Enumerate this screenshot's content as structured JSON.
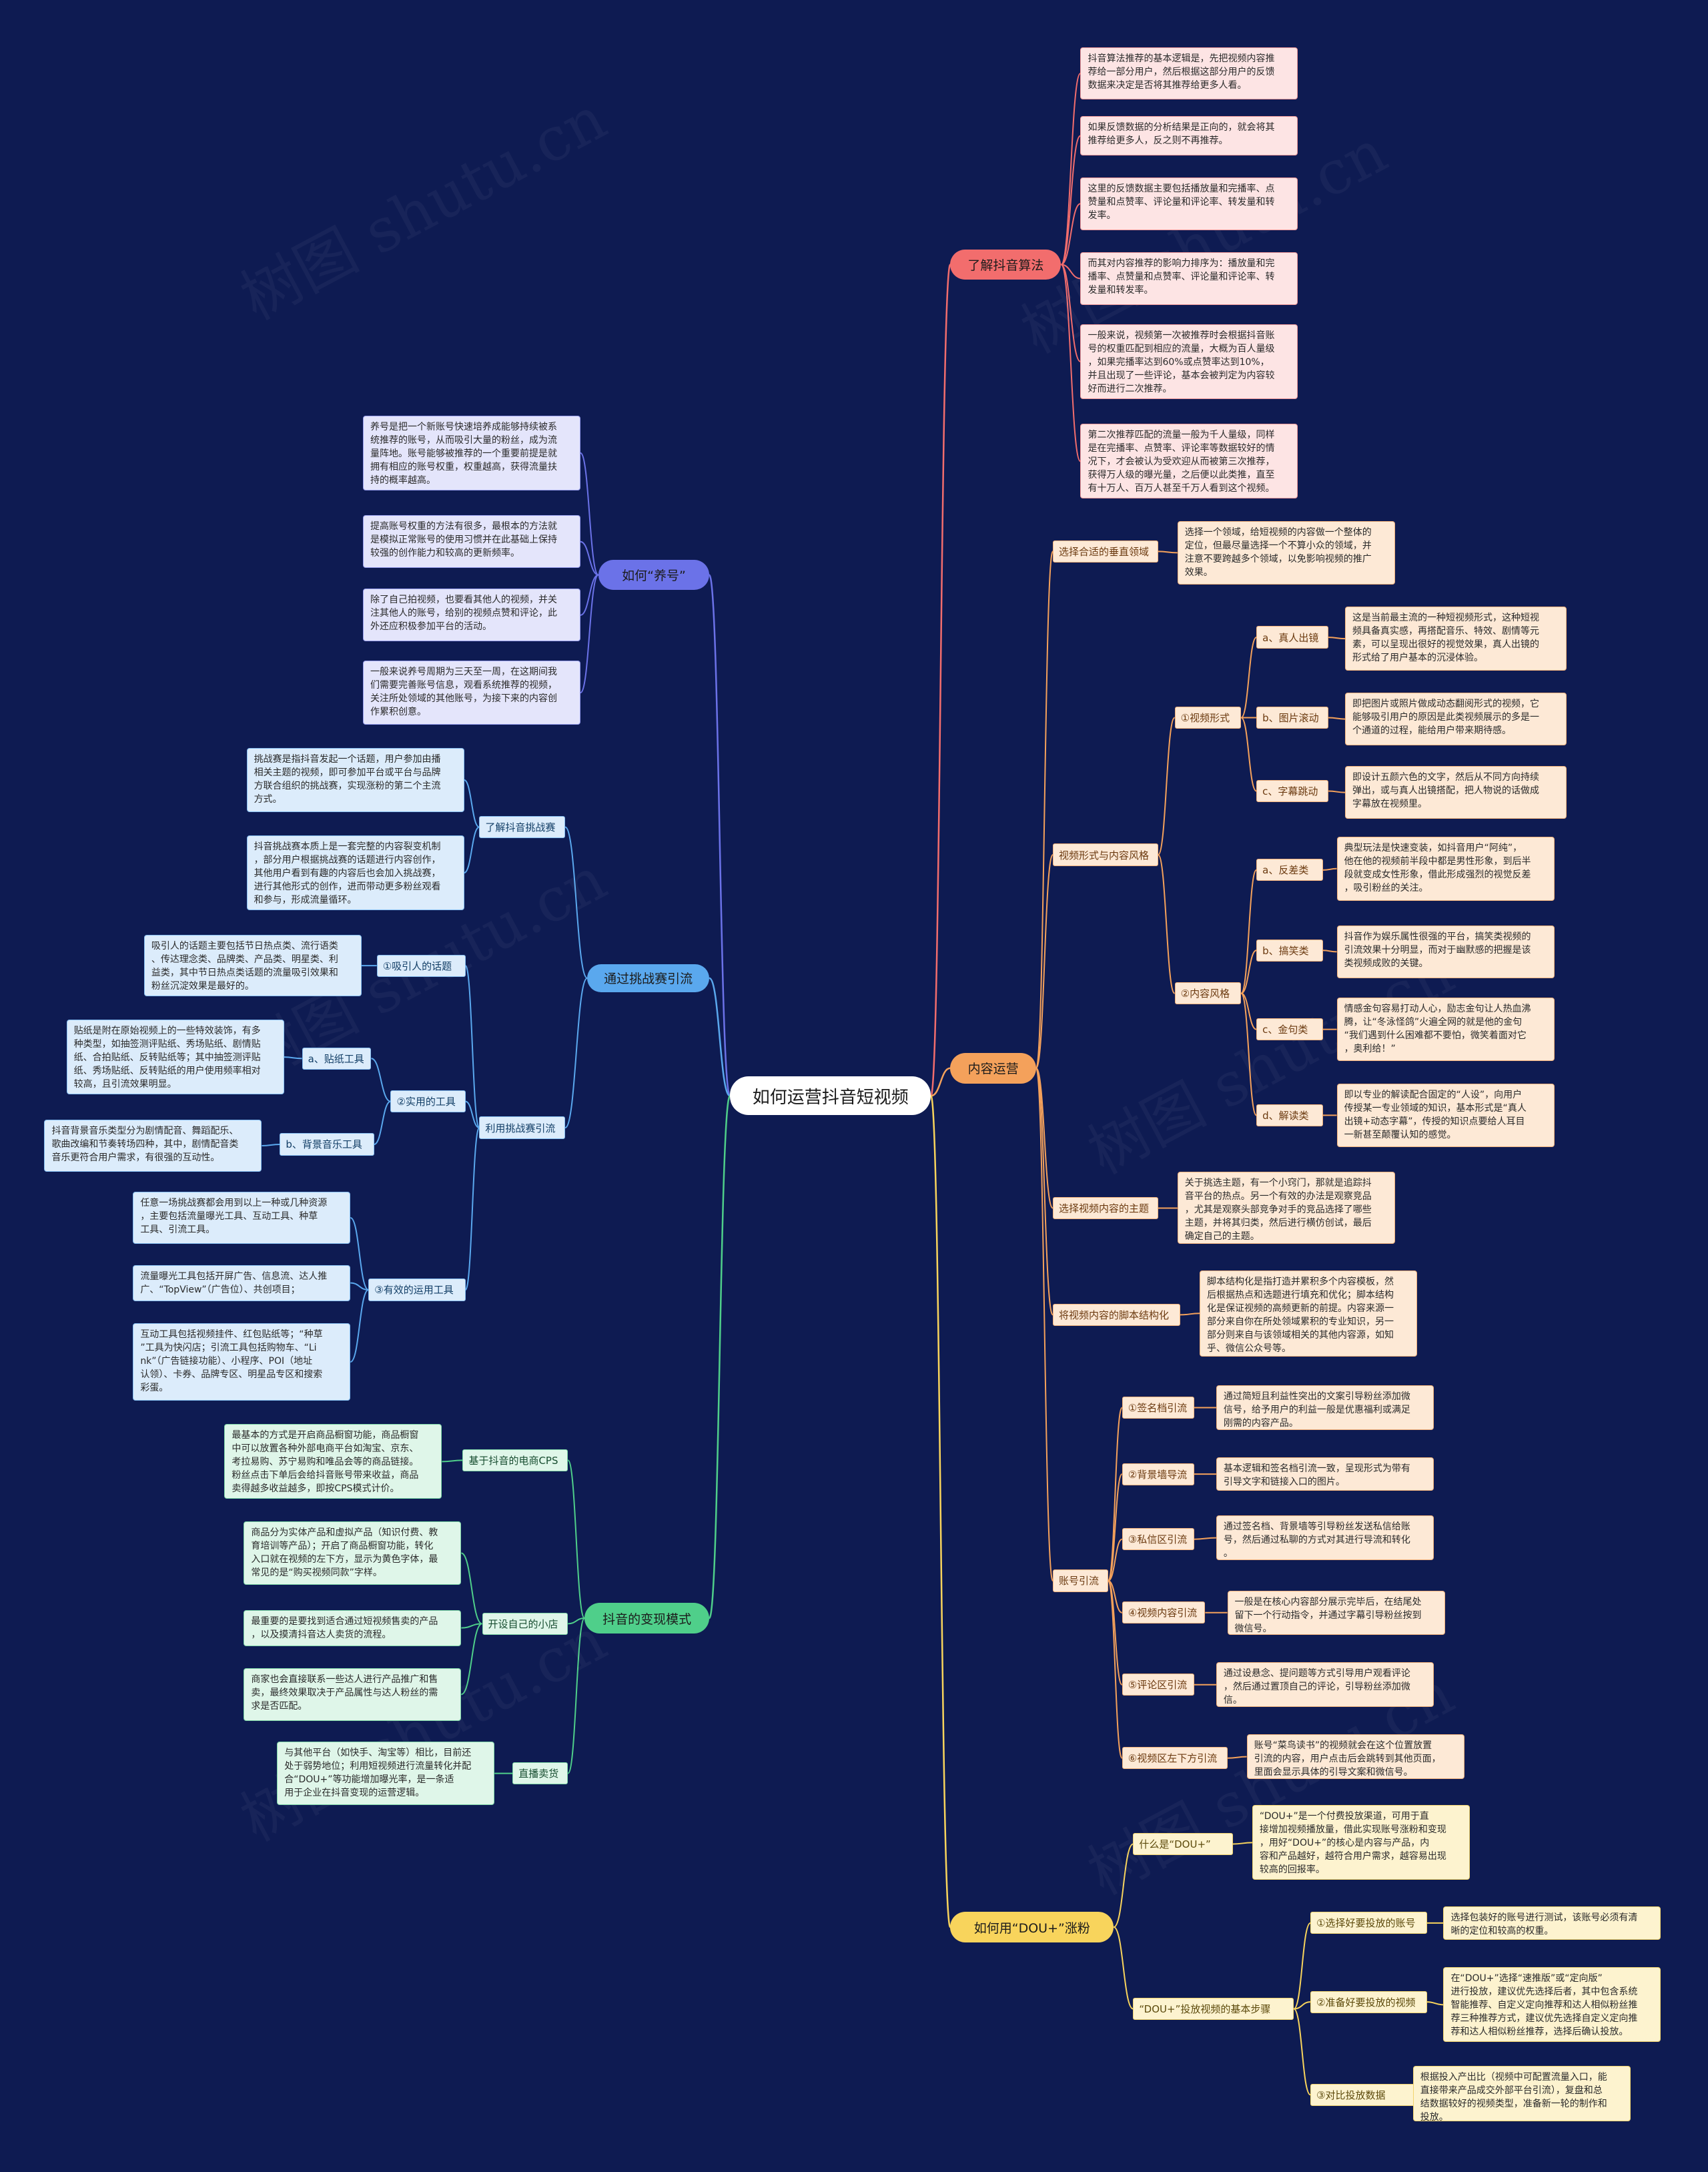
{
  "title": "如何运营抖音短视频",
  "colors": {
    "background": "#0e1b52",
    "red": "#f26d6d",
    "orange": "#f4a15b",
    "yellow": "#f8d45c",
    "green": "#4fcf8a",
    "blue": "#5aa8ee",
    "purple": "#6b72e8"
  },
  "watermark": "树图 shutu.cn",
  "branches": {
    "b1": {
      "label": "了解抖音算法",
      "items": [
        "抖音算法推荐的基本逻辑是，先把视频内容推\n荐给一部分用户，然后根据这部分用户的反馈\n数据来决定是否将其推荐给更多人看。",
        "如果反馈数据的分析结果是正向的，就会将其\n推荐给更多人，反之则不再推荐。",
        "这里的反馈数据主要包括播放量和完播率、点\n赞量和点赞率、评论量和评论率、转发量和转\n发率。",
        "而其对内容推荐的影响力排序为：播放量和完\n播率、点赞量和点赞率、评论量和评论率、转\n发量和转发率。",
        "一般来说，视频第一次被推荐时会根据抖音账\n号的权重匹配到相应的流量，大概为百人量级\n，如果完播率达到60%或点赞率达到10%，\n并且出现了一些评论，基本会被判定为内容较\n好而进行二次推荐。",
        "第二次推荐匹配的流量一般为千人量级，同样\n是在完播率、点赞率、评论率等数据较好的情\n况下，才会被认为受欢迎从而被第三次推荐，\n获得万人级的曝光量，之后便以此类推，直至\n有十万人、百万人甚至千万人看到这个视频。"
      ]
    },
    "b2": {
      "label": "内容运营",
      "vertical": {
        "label": "选择合适的垂直领域",
        "text": "选择一个领域，给短视频的内容做一个整体的\n定位，但最尽量选择一个不算小众的领域，并\n注意不要跨越多个领域，以免影响视频的推广\n效果。"
      },
      "form_style": {
        "label": "视频形式与内容风格",
        "forms": {
          "label": "①视频形式",
          "items": [
            {
              "label": "a、真人出镜",
              "text": "这是当前最主流的一种短视频形式，这种短视\n频具备真实感，再搭配音乐、特效、剧情等元\n素，可以呈现出很好的视觉效果，真人出镜的\n形式给了用户基本的沉浸体验。"
            },
            {
              "label": "b、图片滚动",
              "text": "即把图片或照片做成动态翻阅形式的视频，它\n能够吸引用户的原因是此类视频展示的多是一\n个通道的过程，能给用户带来期待感。"
            },
            {
              "label": "c、字幕跳动",
              "text": "即设计五颜六色的文字，然后从不同方向持续\n弹出，或与真人出镜搭配，把人物说的话做成\n字幕放在视频里。"
            }
          ]
        },
        "styles": {
          "label": "②内容风格",
          "items": [
            {
              "label": "a、反差类",
              "text": "典型玩法是快速变装，如抖音用户“阿纯”，\n他在他的视频前半段中都是男性形象，到后半\n段就变成女性形象，借此形成强烈的视觉反差\n，吸引粉丝的关注。"
            },
            {
              "label": "b、搞笑类",
              "text": "抖音作为娱乐属性很强的平台，搞笑类视频的\n引流效果十分明显，而对于幽默感的把握是该\n类视频成败的关键。"
            },
            {
              "label": "c、金句类",
              "text": "情感金句容易打动人心，励志金句让人热血沸\n腾，让“冬泳怪鸽”火遍全网的就是他的金句\n“我们遇到什么困难都不要怕，微笑着面对它\n，奥利给！”"
            },
            {
              "label": "d、解读类",
              "text": "即以专业的解读配合固定的“人设”，向用户\n传授某一专业领域的知识，基本形式是“真人\n出镜+动态字幕”，传授的知识点要给人耳目\n一新甚至颠覆认知的感觉。"
            }
          ]
        }
      },
      "topic": {
        "label": "选择视频内容的主题",
        "text": "关于挑选主题，有一个小窍门，那就是追踪抖\n音平台的热点。另一个有效的办法是观察竞品\n，尤其是观察头部竞争对手的竞品选择了哪些\n主题，并将其归类，然后进行横仿创试，最后\n确定自己的主题。"
      },
      "script": {
        "label": "将视频内容的脚本结构化",
        "text": "脚本结构化是指打造并累积多个内容模板，然\n后根据热点和选题进行填充和优化；脚本结构\n化是保证视频的高频更新的前提。内容来源一\n部分来自你在所处领域累积的专业知识，另一\n部分则来自与该领域相关的其他内容源，如知\n乎、微信公众号等。"
      },
      "traffic": {
        "label": "账号引流",
        "items": [
          {
            "label": "①签名档引流",
            "text": "通过简短且利益性突出的文案引导粉丝添加微\n信号，给予用户的利益一般是优惠福利或满足\n刚需的内容产品。"
          },
          {
            "label": "②背景墙导流",
            "text": "基本逻辑和签名档引流一致，呈现形式为带有\n引导文字和链接入口的图片。"
          },
          {
            "label": "③私信区引流",
            "text": "通过签名档、背景墙等引导粉丝发送私信给账\n号，然后通过私聊的方式对其进行导流和转化\n。"
          },
          {
            "label": "④视频内容引流",
            "text": "一般是在核心内容部分展示完毕后，在结尾处\n留下一个行动指令，并通过字幕引导粉丝按到\n微信号。"
          },
          {
            "label": "⑤评论区引流",
            "text": "通过设悬念、提问题等方式引导用户观看评论\n，然后通过置顶自己的评论，引导粉丝添加微\n信。"
          },
          {
            "label": "⑥视频区左下方引流",
            "text": "账号“菜鸟读书”的视频就会在这个位置放置\n引流的内容，用户点击后会跳转到其他页面，\n里面会显示具体的引导文案和微信号。"
          }
        ]
      }
    },
    "b3": {
      "label": "如何用“DOU+”涨粉",
      "what": {
        "label": "什么是“DOU+”",
        "text": "“DOU+”是一个付费投放渠道，可用于直\n接增加视频播放量，借此实现账号涨粉和变现\n，用好“DOU+”的核心是内容与产品，内\n容和产品越好，越符合用户需求，越容易出现\n较高的回报率。"
      },
      "steps": {
        "label": "“DOU+”投放视频的基本步骤",
        "items": [
          {
            "label": "①选择好要投放的账号",
            "text": "选择包装好的账号进行测试，该账号必须有清\n晰的定位和较高的权重。"
          },
          {
            "label": "②准备好要投放的视频",
            "text": "在“DOU+”选择“速推版”或“定向版”\n进行投放，建议优先选择后者，其中包含系统\n智能推荐、自定义定向推荐和达人相似粉丝推\n荐三种推荐方式，建议优先选择自定义定向推\n荐和达人相似粉丝推荐，选择后确认投放。"
          },
          {
            "label": "③对比投放数据",
            "text": "根据投入产出比（视频中可配置流量入口，能\n直接带来产品成交外部平台引流），复盘和总\n结数据较好的视频类型，准备新一轮的制作和\n投放。"
          }
        ]
      }
    },
    "b4": {
      "label": "如何“养号”",
      "items": [
        "养号是把一个新账号快速培养成能够持续被系\n统推荐的账号，从而吸引大量的粉丝，成为流\n量阵地。账号能够被推荐的一个重要前提是就\n拥有相应的账号权重，权重越高，获得流量扶\n持的概率越高。",
        "提高账号权重的方法有很多，最根本的方法就\n是模拟正常账号的使用习惯并在此基础上保持\n较强的创作能力和较高的更新频率。",
        "除了自己拍视频，也要看其他人的视频，并关\n注其他人的账号，给别的视频点赞和评论，此\n外还应积极参加平台的活动。",
        "一般来说养号周期为三天至一周，在这期间我\n们需要完善账号信息，观看系统推荐的视频，\n关注所处领域的其他账号，为接下来的内容创\n作累积创意。"
      ]
    },
    "b5": {
      "label": "通过挑战赛引流",
      "learn": {
        "label": "了解抖音挑战赛",
        "items": [
          "挑战赛是指抖音发起一个话题，用户参加由播\n相关主题的视频，即可参加平台或平台与品牌\n方联合组织的挑战赛，实现涨粉的第二个主流\n方式。",
          "抖音挑战赛本质上是一套完整的内容裂变机制\n，部分用户根据挑战赛的话题进行内容创作，\n其他用户看到有趣的内容后也会加入挑战赛，\n进行其他形式的创作，进而带动更多粉丝观看\n和参与，形成流量循环。"
        ]
      },
      "use": {
        "label": "利用挑战赛引流",
        "attract": {
          "label": "①吸引人的话题",
          "text": "吸引人的话题主要包括节日热点类、流行语类\n、传达理念类、品牌类、产品类、明星类、利\n益类，其中节日热点类话题的流量吸引效果和\n粉丝沉淀效果是最好的。"
        },
        "tools": {
          "label": "②实用的工具",
          "items": [
            {
              "label": "a、贴纸工具",
              "text": "贴纸是附在原始视频上的一些特效装饰，有多\n种类型，如抽签测评贴纸、秀场贴纸、剧情贴\n纸、合拍贴纸、反转贴纸等；其中抽签测评贴\n纸、秀场贴纸、反转贴纸的用户使用频率相对\n较高，且引流效果明显。"
            },
            {
              "label": "b、背景音乐工具",
              "text": "抖音背景音乐类型分为剧情配音、舞蹈配乐、\n歌曲改编和节奏转场四种，其中，剧情配音类\n音乐更符合用户需求，有很强的互动性。"
            }
          ]
        },
        "effective": {
          "label": "③有效的运用工具",
          "items": [
            "任意一场挑战赛都会用到以上一种或几种资源\n，主要包括流量曝光工具、互动工具、种草\n工具、引流工具。",
            "流量曝光工具包括开屏广告、信息流、达人推\n广、“TopView”（广告位）、共创项目；",
            "互动工具包括视频挂件、红包贴纸等；“种草\n”工具为快闪店；引流工具包括购物车、“Li\nnk”（广告链接功能）、小程序、POI（地址\n认领）、卡券、品牌专区、明星品专区和搜索\n彩蛋。"
          ]
        }
      }
    },
    "b6": {
      "label": "抖音的变现模式",
      "cps": {
        "label": "基于抖音的电商CPS",
        "text": "最基本的方式是开启商品橱窗功能，商品橱窗\n中可以放置各种外部电商平台如淘宝、京东、\n考拉易购、苏宁易购和唯品会等的商品链接。\n粉丝点击下单后会给抖音账号带来收益，商品\n卖得越多收益越多，即按CPS模式计价。"
      },
      "shop": {
        "label": "开设自己的小店",
        "items": [
          "商品分为实体产品和虚拟产品（知识付费、教\n育培训等产品）；开启了商品橱窗功能，转化\n入口就在视频的左下方，显示为黄色字体，最\n常见的是“购买视频同款”字样。",
          "最重要的是要找到适合通过短视频售卖的产品\n，以及摸清抖音达人卖货的流程。",
          "商家也会直接联系一些达人进行产品推广和售\n卖，最终效果取决于产品属性与达人粉丝的需\n求是否匹配。"
        ]
      },
      "live": {
        "label": "直播卖货",
        "text": "与其他平台（如快手、淘宝等）相比，目前还\n处于弱势地位；利用短视频进行流量转化并配\n合“DOU+”等功能增加曝光率，是一条适\n用于企业在抖音变现的运营逻辑。"
      }
    }
  }
}
